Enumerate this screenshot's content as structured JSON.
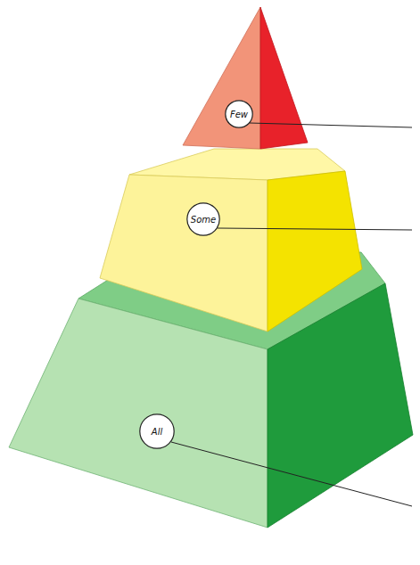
{
  "diagram": {
    "nodes": [
      {
        "text": [
          "Few"
        ]
      },
      {
        "text": [
          "Some"
        ]
      },
      {
        "text": [
          "All"
        ]
      }
    ]
  }
}
